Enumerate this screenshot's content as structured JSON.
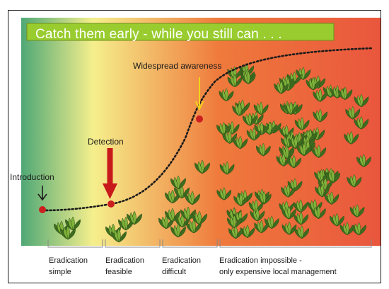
{
  "title": "Catch them early - while you still can . . .",
  "annotations": {
    "introduction": "Introduction",
    "detection": "Detection",
    "widespread_awareness": "Widespread awareness"
  },
  "stages": [
    {
      "key": "simple",
      "text": "Eradication\nsimple"
    },
    {
      "key": "feasible",
      "text": "Eradication\nfeasible"
    },
    {
      "key": "difficult",
      "text": "Eradication\ndifficult"
    },
    {
      "key": "impossible",
      "text": "Eradication impossible -\nonly expensive local management"
    }
  ],
  "colors": {
    "banner": "#99cc2e",
    "banner_border": "#6f8f1c",
    "gradient_green": "#4fa876",
    "gradient_yellow": "#f5ef8c",
    "gradient_orange": "#ef7a3c",
    "gradient_red": "#e9563d",
    "curve": "#1a1a1a",
    "points": "#cc1f1f",
    "detection_arrow": "#c8191b",
    "awareness_arrow": "#f0d21a",
    "plant_dark": "#3d6b1f",
    "plant_light": "#7fb23a"
  },
  "icons": {
    "plant": "weed-plant-icon",
    "intro_arrow": "arrow-down-icon",
    "detection_arrow": "arrow-down-icon",
    "awareness_arrow": "arrow-down-icon"
  }
}
